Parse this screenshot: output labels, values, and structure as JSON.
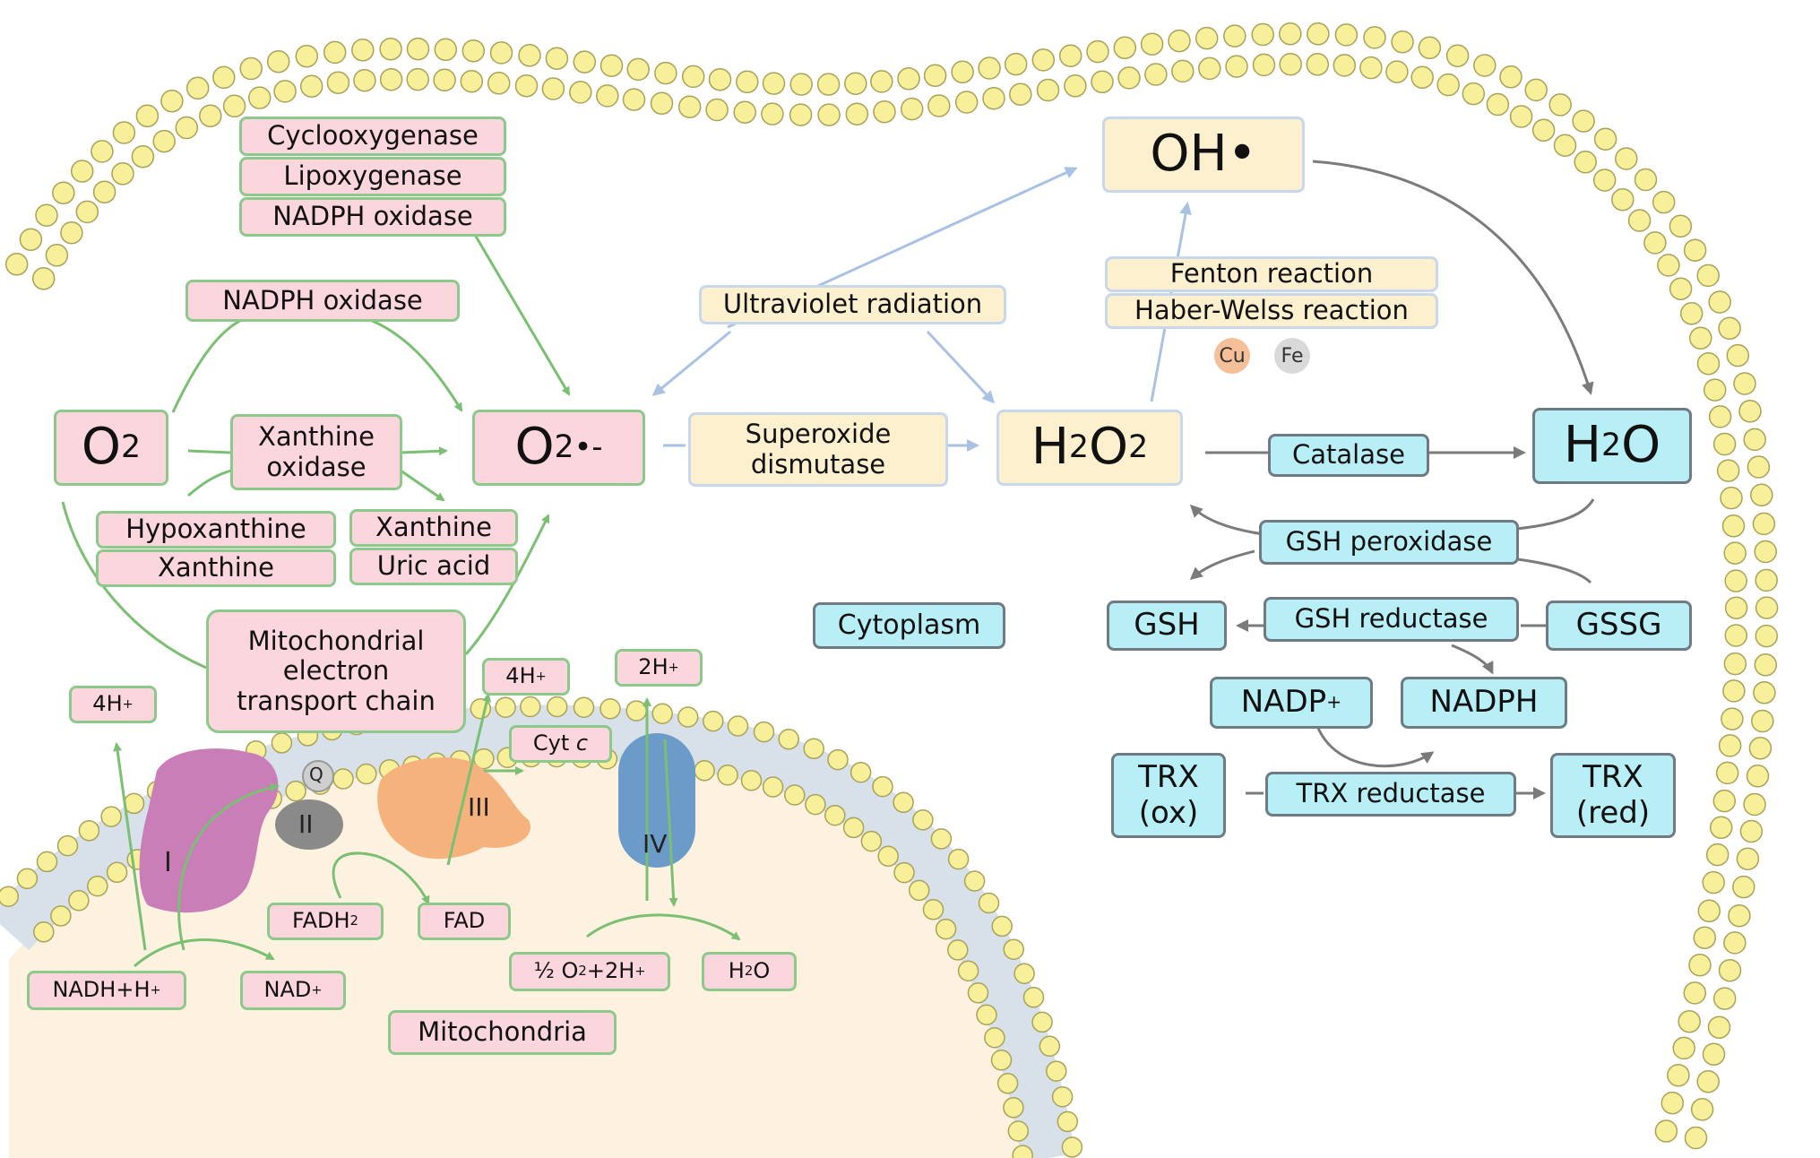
{
  "molecules": {
    "o2": {
      "main": "O",
      "sub": "2"
    },
    "superoxide": {
      "main": "O",
      "sub": "2",
      "sup": "•-"
    },
    "h2o2": {
      "p1": "H",
      "s1": "2",
      "p2": "O",
      "s2": "2"
    },
    "oh": "OH•",
    "h2o": {
      "p1": "H",
      "s1": "2",
      "p2": "O"
    }
  },
  "enzymes": {
    "cyclooxygenase": "Cyclooxygenase",
    "lipoxygenase": "Lipoxygenase",
    "nadph_oxidase_top": "NADPH oxidase",
    "nadph_oxidase": "NADPH oxidase",
    "xanthine_oxidase": [
      "Xanthine",
      "oxidase"
    ],
    "hypoxanthine": "Hypoxanthine",
    "xanthine_left": "Xanthine",
    "xanthine_right": "Xanthine",
    "uric_acid": "Uric acid",
    "etc": [
      "Mitochondrial",
      "electron",
      "transport chain"
    ],
    "ultraviolet": "Ultraviolet radiation",
    "sod": [
      "Superoxide",
      "dismutase"
    ],
    "fenton": "Fenton reaction",
    "haber_weiss": "Haber-Welss reaction",
    "catalase": "Catalase",
    "gsh_peroxidase": "GSH peroxidase",
    "gsh_reductase": "GSH reductase",
    "trx_reductase": "TRX reductase"
  },
  "metals": {
    "cu": "Cu",
    "fe": "Fe"
  },
  "antioxidants": {
    "gsh": "GSH",
    "gssg": "GSSG",
    "nadp": {
      "main": "NADP",
      "sup": "+"
    },
    "nadph": "NADPH",
    "trx_ox": [
      "TRX",
      "(ox)"
    ],
    "trx_red": [
      "TRX",
      "(red)"
    ]
  },
  "compartments": {
    "cytoplasm": "Cytoplasm",
    "mitochondria": "Mitochondria"
  },
  "etc_labels": {
    "h4_left": {
      "main": "4H",
      "sup": "+"
    },
    "h4_right": {
      "main": "4H",
      "sup": "+"
    },
    "h2": {
      "main": "2H",
      "sup": "+"
    },
    "cytc": {
      "main": "Cyt ",
      "it": "c"
    },
    "fadh2": {
      "main": "FADH",
      "sub": "2"
    },
    "fad": "FAD",
    "nadh": {
      "main": "NADH+H",
      "sup": "+"
    },
    "nad": {
      "main": "NAD",
      "sup": "+"
    },
    "half_o2": {
      "p1": "½ O",
      "s1": "2",
      "p2": "+2H",
      "sup": "+"
    },
    "water": {
      "p1": "H",
      "s1": "2",
      "p2": "O"
    },
    "complex_1": "I",
    "complex_2": "II",
    "complex_3": "III",
    "complex_4": "IV",
    "q": "Q"
  },
  "colors": {
    "pink_fill": "#fbd7dd",
    "green_border": "#8cc98a",
    "yellow_fill": "#fdf0cf",
    "cyan_fill": "#b8eef5",
    "green_arrow": "#7bbf72",
    "blue_arrow": "#a9c2e4",
    "gray_arrow": "#7b7b7b",
    "lipid_head": "#f7ef9a",
    "mito_matrix": "#fdf1e0"
  }
}
